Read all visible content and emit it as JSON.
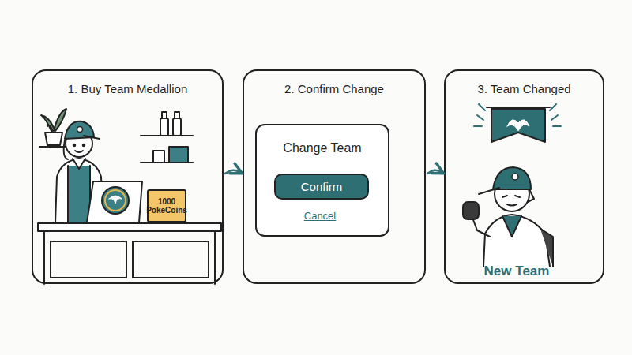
{
  "diagram": {
    "nodes": [
      {
        "text": [
          "1. Buy Team Medallion"
        ]
      },
      {
        "text": [
          "1000 PokeCoins"
        ],
        "in": 0
      },
      {
        "text": [
          "2. Confirm Change"
        ]
      },
      {
        "text": [
          "Change Team"
        ],
        "in": 2
      },
      {
        "text": [
          "Confirm"
        ],
        "in": 3
      },
      {
        "text": [
          "3. Team Changed"
        ]
      }
    ],
    "edges": [
      {
        "from": 0,
        "to": 2,
        "arrow": "to"
      },
      {
        "from": 2,
        "to": 5,
        "arrow": "to"
      }
    ],
    "labels": [
      "Cancel",
      "New Team"
    ]
  }
}
